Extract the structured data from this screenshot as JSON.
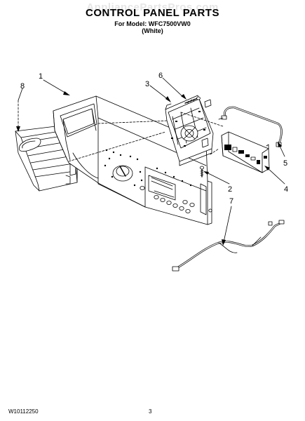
{
  "header": {
    "watermark": "AppliancePartsPros.com",
    "title": "CONTROL PANEL PARTS",
    "model_line": "For Model: WFC7500VW0",
    "color_line": "(White)"
  },
  "callouts": {
    "c1": "1",
    "c2": "2",
    "c3": "3",
    "c4": "4",
    "c5": "5",
    "c6": "6",
    "c7": "7",
    "c8": "8"
  },
  "footer": {
    "doc_number": "W10112250",
    "page_number": "3"
  }
}
